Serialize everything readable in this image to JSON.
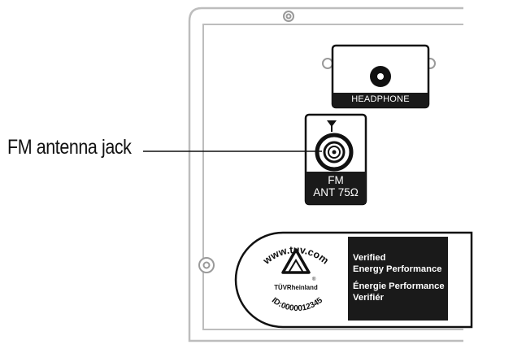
{
  "callout": {
    "label": "FM antenna jack"
  },
  "ports": {
    "headphone_label": "HEADPHONE",
    "fm_line1": "FM",
    "fm_line2": "ANT 75Ω"
  },
  "certification": {
    "arc_top": "www.tuv.com",
    "arc_bottom": "ID:0000012345",
    "brand": "TÜVRheinland",
    "brand_mark": "®",
    "box_lines": [
      "Verified",
      "Energy Performance",
      "Énergie Performance",
      "Verifiér"
    ]
  },
  "colors": {
    "panel_outline": "#bdbdbd",
    "jack_border": "#111111",
    "label_background": "#1a1a1a",
    "screw": "#9a9a9a"
  },
  "icons": {
    "antenna": "antenna-icon",
    "screw": "screw-hole-icon",
    "tuv": "tuv-triangle-logo"
  }
}
